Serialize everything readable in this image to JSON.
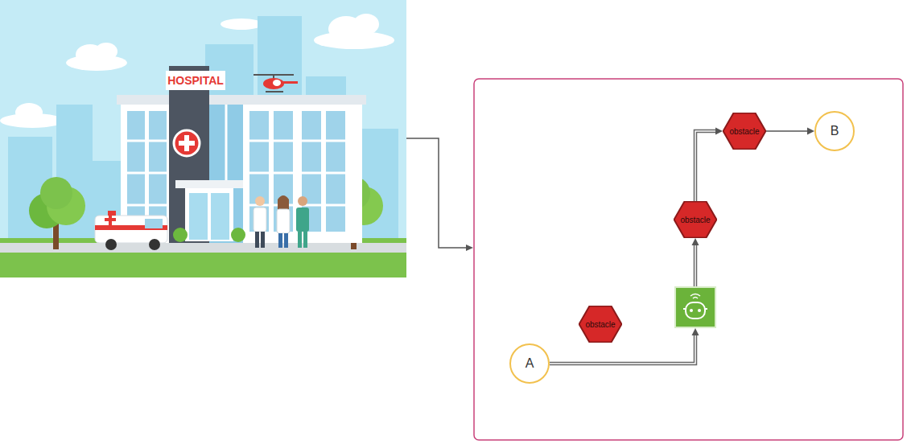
{
  "diagram": {
    "nodes": [
      {
        "text": [
          "A"
        ]
      },
      {
        "text": [
          "obstacle"
        ]
      },
      {
        "text": [
          "obstacle"
        ]
      },
      {
        "text": [
          "obstacle"
        ]
      },
      {
        "text": [
          "B"
        ]
      }
    ],
    "edges": [
      {
        "from": 0,
        "to": 2,
        "arrow": "to"
      },
      {
        "from": 2,
        "to": 3,
        "arrow": "to"
      },
      {
        "from": 3,
        "to": 4,
        "arrow": "to"
      }
    ],
    "labels": [
      "HOSPITAL"
    ]
  }
}
